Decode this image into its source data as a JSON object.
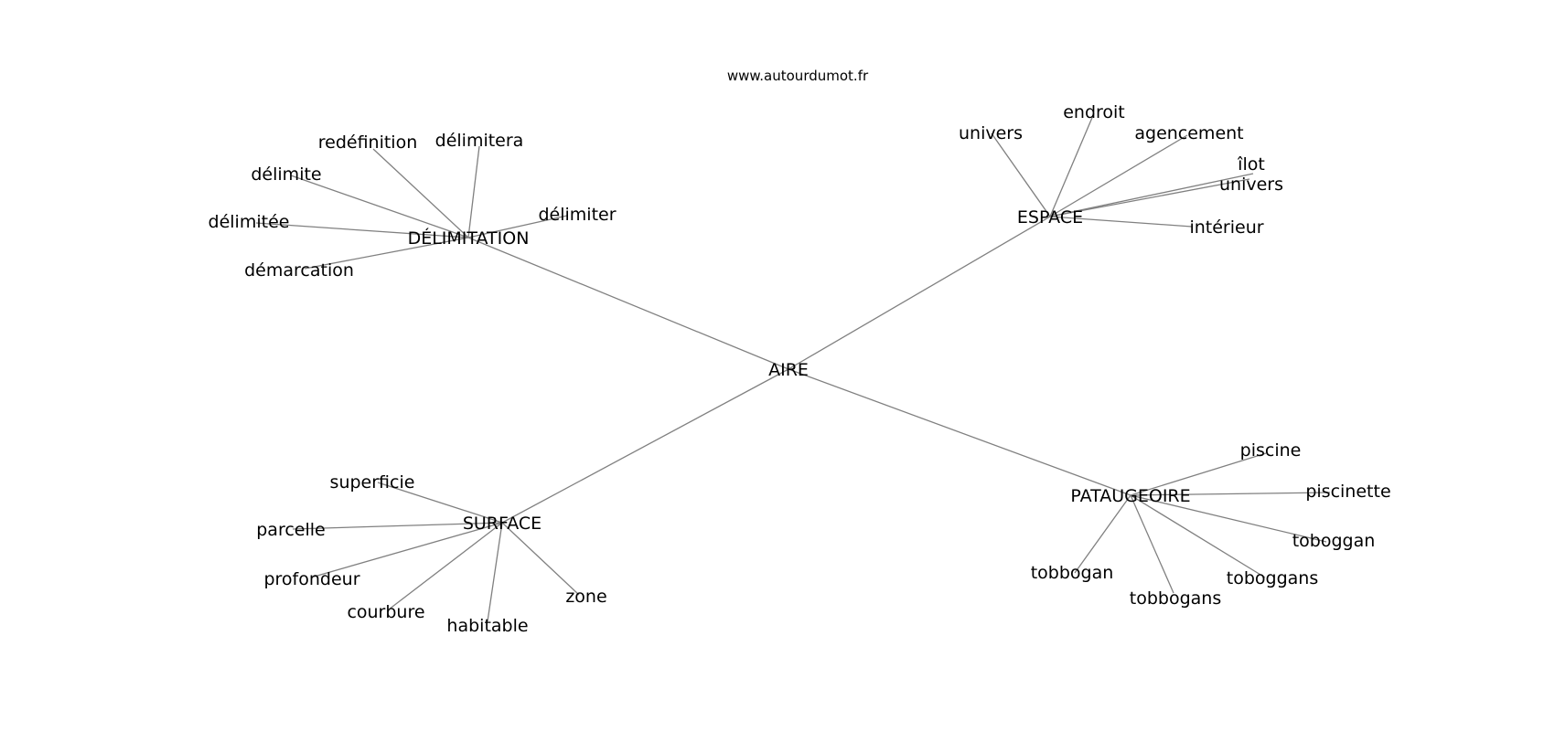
{
  "credit": "www.autourdumot.fr",
  "graph": {
    "center": "AIRE",
    "hubs": [
      {
        "label": "DÉLIMITATION",
        "words": [
          "redéfinition",
          "délimitera",
          "délimite",
          "délimiter",
          "délimitée",
          "démarcation"
        ]
      },
      {
        "label": "ESPACE",
        "words": [
          "univers",
          "endroit",
          "agencement",
          "îlot",
          "univers",
          "intérieur"
        ]
      },
      {
        "label": "SURFACE",
        "words": [
          "superficie",
          "parcelle",
          "profondeur",
          "courbure",
          "habitable",
          "zone"
        ]
      },
      {
        "label": "PATAUGEOIRE",
        "words": [
          "piscine",
          "piscinette",
          "toboggan",
          "toboggans",
          "tobbogans",
          "tobbogan"
        ]
      }
    ]
  }
}
